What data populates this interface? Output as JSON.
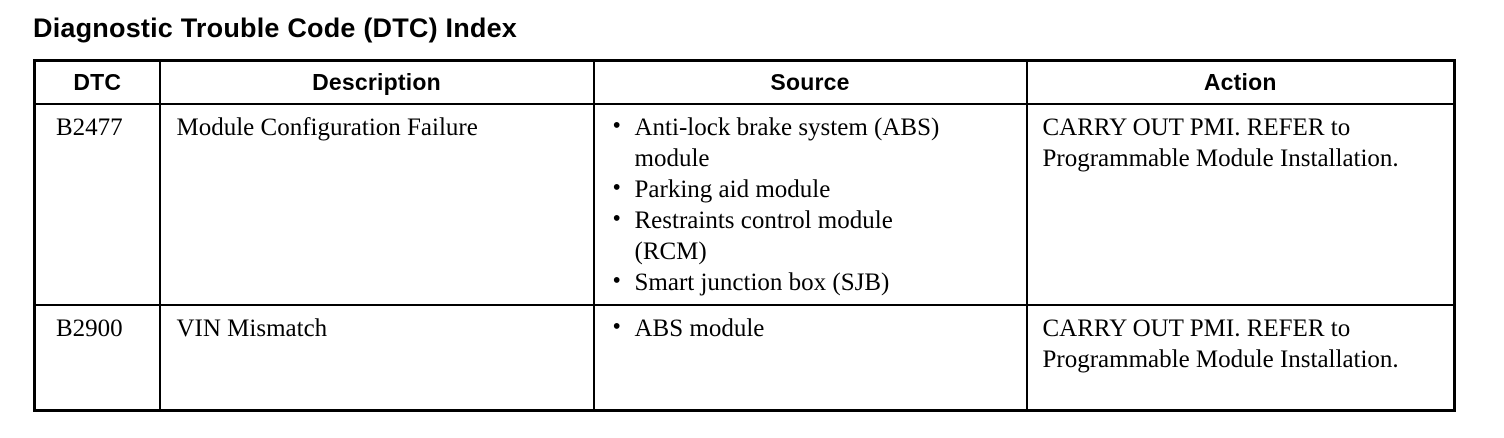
{
  "page_title": "Diagnostic Trouble Code (DTC) Index",
  "colors": {
    "text": "#000000",
    "border": "#000000",
    "background": "#ffffff"
  },
  "table": {
    "columns": [
      "DTC",
      "Description",
      "Source",
      "Action"
    ],
    "rows": [
      {
        "dtc": "B2477",
        "description": "Module Configuration Failure",
        "source": [
          "Anti-lock brake system (ABS) module",
          "Parking aid module",
          "Restraints control module (RCM)",
          "Smart junction box (SJB)"
        ],
        "action": "CARRY OUT PMI. REFER to Programmable Module Installation."
      },
      {
        "dtc": "B2900",
        "description": "VIN Mismatch",
        "source": [
          "ABS module"
        ],
        "action": "CARRY OUT PMI. REFER to Programmable Module Installation."
      }
    ]
  }
}
